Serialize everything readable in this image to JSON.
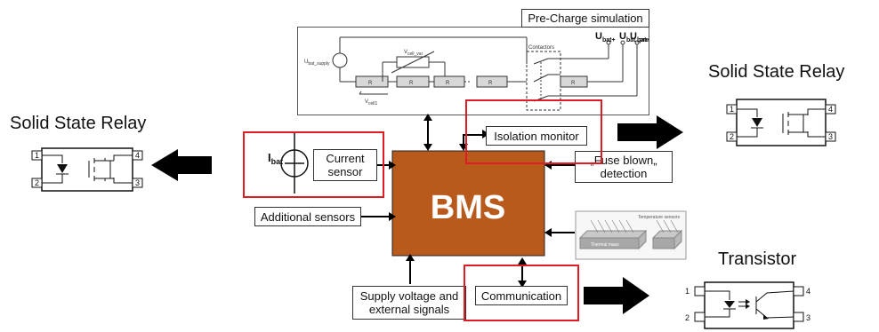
{
  "diagram": {
    "left_heading": "Solid State Relay",
    "right_heading": "Solid State Relay",
    "transistor_heading": "Transistor",
    "bms_label": "BMS",
    "precharge": {
      "title": "Pre-Charge simulation",
      "u_bat_supply": "U",
      "u_bat_supply_sub": "bat_supply",
      "v_cell_var": "V",
      "v_cell_var_sub": "cell_var",
      "v_cell1": "V",
      "v_cell1_sub": "cell1",
      "resistor": "R",
      "contactors": "Contactors",
      "u_bat_plus": "U",
      "u_bat_plus_sub": "bat+",
      "u_bat_pre": "U",
      "u_bat_pre_sub": "bat_pre",
      "u_bat_minus": "U",
      "u_bat_minus_sub": "bat-"
    },
    "current_sensor": {
      "i_bat": "I",
      "i_bat_sub": "bat",
      "label_line1": "Current",
      "label_line2": "sensor"
    },
    "isolation_monitor": "Isolation monitor",
    "fuse_blown_line1": "„Fuse blown„",
    "fuse_blown_line2": "detection",
    "additional_sensors": "Additional sensors",
    "temperature": {
      "title": "Temperature sensors",
      "thermal_mass": "Thermal mass"
    },
    "supply_line1": "Supply voltage and",
    "supply_line2": "external signals",
    "communication": "Communication",
    "pins": {
      "ssr_left": [
        "1",
        "2",
        "4",
        "3"
      ],
      "ssr_right": [
        "1",
        "2",
        "4",
        "3"
      ],
      "transistor": [
        "1",
        "2",
        "4",
        "3"
      ]
    }
  },
  "colors": {
    "bms_fill": "#b95a1d",
    "highlight": "#e01b24",
    "arrow": "#000000"
  }
}
